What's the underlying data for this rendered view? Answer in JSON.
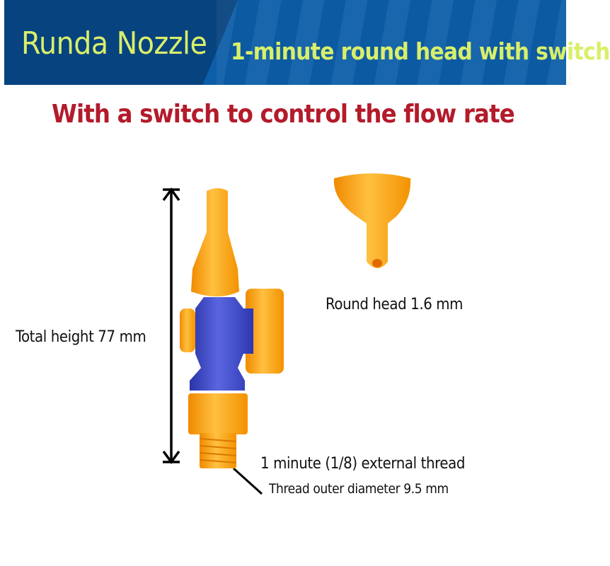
{
  "banner": {
    "brand": "Runda Nozzle",
    "subtitle": "1-minute round head with switch",
    "colors": {
      "dark": "#07437f",
      "main": "#0d5ea8",
      "text": "#d8ef6a"
    }
  },
  "headline": "With a switch to control the flow rate",
  "labels": {
    "total_height": "Total height 77 mm",
    "round_head": "Round head 1.6 mm",
    "thread": "1 minute (1/8) external thread",
    "thread_diameter": "Thread outer diameter 9.5 mm"
  },
  "colors": {
    "orange": "#ffa51c",
    "blue": "#3a48c4",
    "headline": "#b31b2b"
  }
}
